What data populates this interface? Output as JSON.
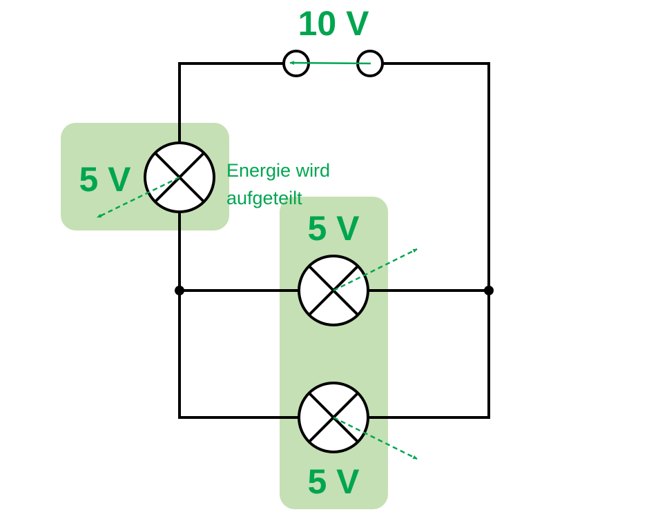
{
  "supply": {
    "voltage_label": "10 V"
  },
  "lamps": [
    {
      "voltage_label": "5 V"
    },
    {
      "voltage_label": "5 V"
    },
    {
      "voltage_label": "5 V"
    }
  ],
  "annotation": {
    "line1": "Energie wird",
    "line2": "aufgeteilt"
  },
  "colors": {
    "accent": "#00A550",
    "highlight": "#C5E0B4",
    "wire": "#000000"
  }
}
